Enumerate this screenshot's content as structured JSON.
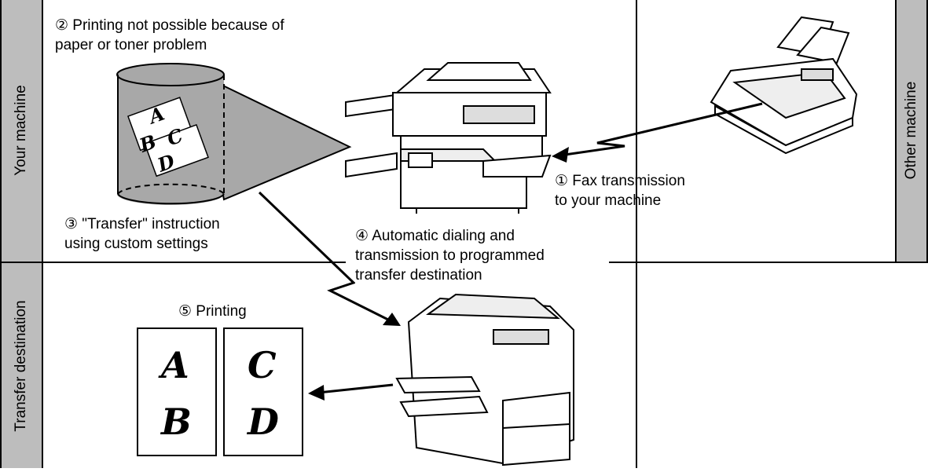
{
  "rows": {
    "your_machine": "Your machine",
    "other_machine": "Other machine",
    "transfer_destination": "Transfer destination"
  },
  "steps": {
    "s1": "① Fax transmission\n    to your machine",
    "s2": "② Printing not possible because of\npaper or toner problem",
    "s3": "③ \"Transfer\" instruction\n     using custom settings",
    "s4": "④ Automatic dialing and\n     transmission to programmed\n     transfer destination",
    "s5": "⑤ Printing"
  },
  "memory_sheets": [
    "A",
    "B",
    "C",
    "D"
  ],
  "printed_pages": [
    {
      "top": "A",
      "bottom": "B"
    },
    {
      "top": "C",
      "bottom": "D"
    }
  ],
  "colors": {
    "label_band": "#bdbdbd",
    "memory_fill": "#a8a8a8",
    "line": "#000000"
  },
  "icons": [
    "fax-machine-icon",
    "copier-machine-icon",
    "memory-cylinder-icon"
  ]
}
